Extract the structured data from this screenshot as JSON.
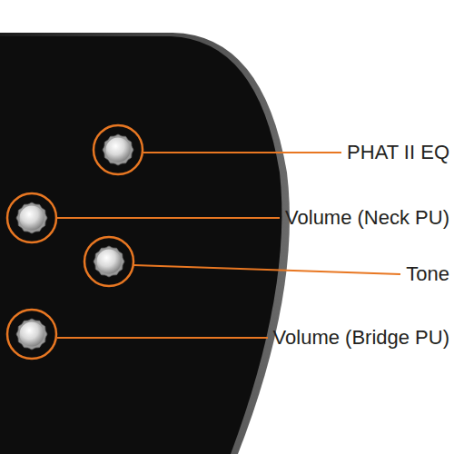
{
  "diagram": {
    "labels": [
      "PHAT II EQ",
      "Volume (Neck PU)",
      "Tone",
      "Volume (Bridge PU)"
    ]
  }
}
